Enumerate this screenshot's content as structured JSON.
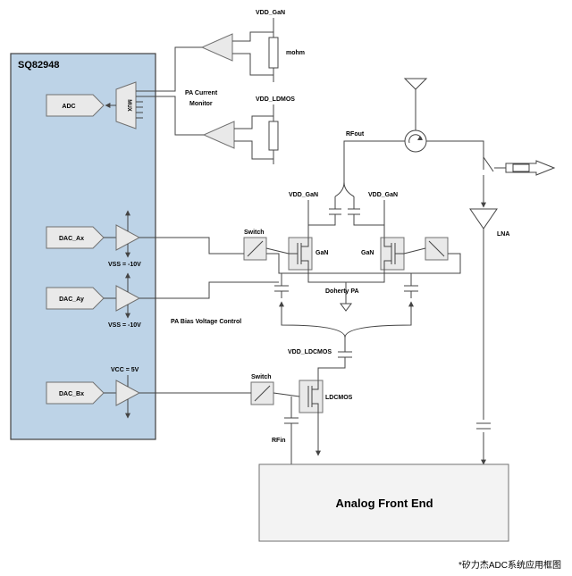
{
  "colors": {
    "chip_fill": "#bdd3e7",
    "chip_stroke": "#404040",
    "block_fill": "#e9e9e9",
    "wire": "#444444",
    "afe_fill": "#f3f3f3"
  },
  "chip": {
    "name": "SQ82948"
  },
  "blocks": {
    "adc": "ADC",
    "mux": "MUX",
    "dac_ax": "DAC_Ax",
    "dac_ay": "DAC_Ay",
    "dac_bx": "DAC_Bx",
    "afe": "Analog Front End"
  },
  "labels": {
    "vdd_gan_top": "VDD_GaN",
    "mohm": "mohm",
    "pa_current_monitor_1": "PA Current",
    "pa_current_monitor_2": "Monitor",
    "vdd_ldmos_top": "VDD_LDMOS",
    "rfout": "RFout",
    "vdd_gan_left": "VDD_GaN",
    "vdd_gan_right": "VDD_GaN",
    "lna": "LNA",
    "switch_1": "Switch",
    "gan_left": "GaN",
    "gan_right": "GaN",
    "vss_1": "VSS = -10V",
    "doherty_pa": "Doherty PA",
    "vss_2": "VSS = -10V",
    "pa_bias_voltage_control": "PA Bias Voltage Control",
    "vdd_ldcmos": "VDD_LDCMOS",
    "vcc": "VCC = 5V",
    "switch_2": "Switch",
    "ldcmos": "LDCMOS",
    "rfin": "RFin"
  },
  "icons": {
    "antenna": "antenna-icon",
    "circulator": "circulator-icon",
    "ground": "ground-icon",
    "resistor": "resistor-icon",
    "capacitor": "capacitor-icon",
    "transistor": "transistor-icon",
    "amplifier": "amplifier-icon"
  },
  "caption": "*矽力杰ADC系统应用框图"
}
